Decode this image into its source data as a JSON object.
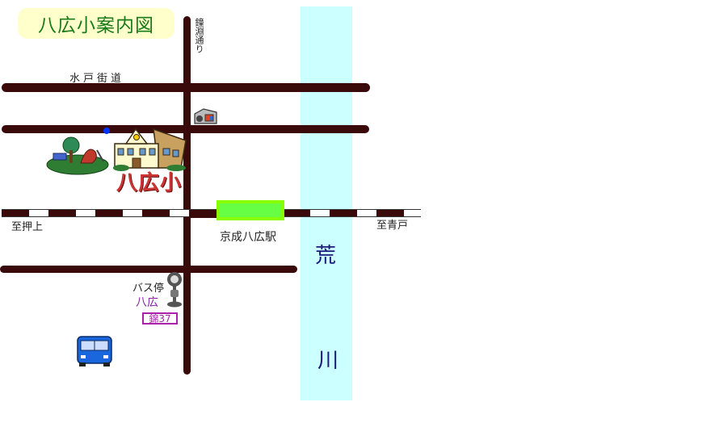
{
  "map": {
    "title": "八広小案内図",
    "labels": {
      "kanegafuchi_dori": "鐘淵通り",
      "mito_kaido": "水戸街道",
      "school": "八広小",
      "to_oshiage": "至押上",
      "to_aoto": "至青戸",
      "station": "京成八広駅",
      "bus_stop": "バス停",
      "bus_stop_name": "八広",
      "bus_route": "錦37"
    },
    "river": {
      "char_top": "荒",
      "char_bottom": "川"
    },
    "icons": [
      "school-building-icon",
      "park-icon",
      "camera-icon",
      "bus-icon",
      "bus-stop-sign-icon"
    ],
    "colors": {
      "road": "#3a0a0a",
      "river": "#ccffff",
      "station": "#66ff44",
      "title_bg": "#ffffcc",
      "title_text": "#1a7a1a",
      "school_text": "#cc3333",
      "bus": "#1a66dd"
    }
  }
}
